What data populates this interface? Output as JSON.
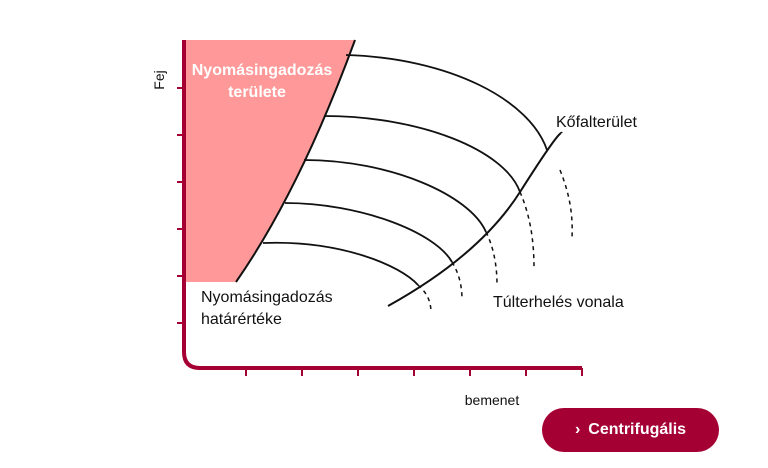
{
  "diagram": {
    "surge_area_label_line1": "Nyomásingadozás",
    "surge_area_label_line2": "területe",
    "surge_limit_label_line1": "Nyomásingadozás",
    "surge_limit_label_line2": "határértéke",
    "stonewall_label": "Kőfalterület",
    "overload_label": "Túlterhelés vonala",
    "y_axis_label": "Fej",
    "x_axis_label": "bemenet"
  },
  "colors": {
    "axis": "#a50034",
    "surge_fill": "#ff9999",
    "curve": "#111111"
  },
  "cta": {
    "label": "Centrifugális",
    "icon": "chevron-right-icon"
  }
}
